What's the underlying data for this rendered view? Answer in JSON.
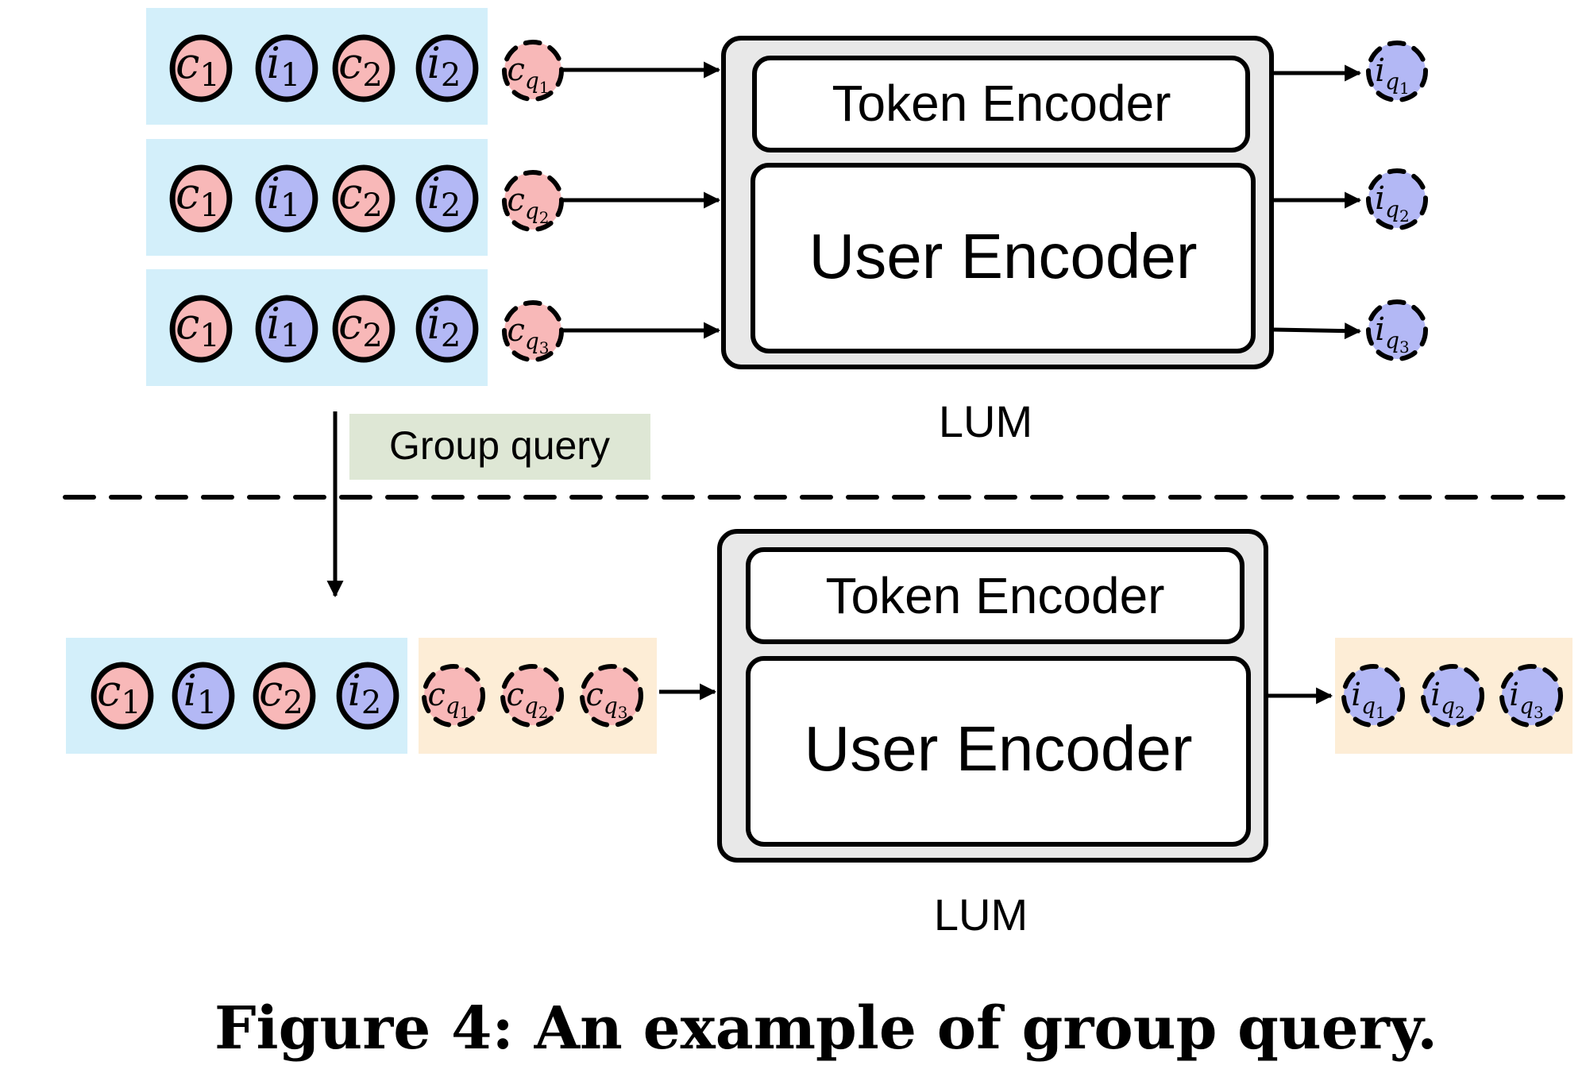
{
  "colors": {
    "context_fill": "#f8b8b8",
    "item_fill": "#b3b8f5",
    "sequence_bg": "#d3effa",
    "query_bg": "#fdedd6",
    "group_query_bg": "#dee7d5",
    "lum_bg": "#e8e8e8",
    "stroke": "#000000"
  },
  "top": {
    "rows": [
      {
        "sequence": [
          {
            "base": "c",
            "sub": "1",
            "kind": "context"
          },
          {
            "base": "i",
            "sub": "1",
            "kind": "item"
          },
          {
            "base": "c",
            "sub": "2",
            "kind": "context"
          },
          {
            "base": "i",
            "sub": "2",
            "kind": "item"
          }
        ],
        "query": {
          "base": "c",
          "sub": "q",
          "subsub": "1",
          "kind": "context"
        },
        "output": {
          "base": "i",
          "sub": "q",
          "subsub": "1",
          "kind": "item"
        }
      },
      {
        "sequence": [
          {
            "base": "c",
            "sub": "1",
            "kind": "context"
          },
          {
            "base": "i",
            "sub": "1",
            "kind": "item"
          },
          {
            "base": "c",
            "sub": "2",
            "kind": "context"
          },
          {
            "base": "i",
            "sub": "2",
            "kind": "item"
          }
        ],
        "query": {
          "base": "c",
          "sub": "q",
          "subsub": "2",
          "kind": "context"
        },
        "output": {
          "base": "i",
          "sub": "q",
          "subsub": "2",
          "kind": "item"
        }
      },
      {
        "sequence": [
          {
            "base": "c",
            "sub": "1",
            "kind": "context"
          },
          {
            "base": "i",
            "sub": "1",
            "kind": "item"
          },
          {
            "base": "c",
            "sub": "2",
            "kind": "context"
          },
          {
            "base": "i",
            "sub": "2",
            "kind": "item"
          }
        ],
        "query": {
          "base": "c",
          "sub": "q",
          "subsub": "3",
          "kind": "context"
        },
        "output": {
          "base": "i",
          "sub": "q",
          "subsub": "3",
          "kind": "item"
        }
      }
    ],
    "lum": {
      "token_encoder": "Token Encoder",
      "user_encoder": "User Encoder",
      "label": "LUM"
    }
  },
  "group_query_label": "Group query",
  "bottom": {
    "sequence": [
      {
        "base": "c",
        "sub": "1",
        "kind": "context"
      },
      {
        "base": "i",
        "sub": "1",
        "kind": "item"
      },
      {
        "base": "c",
        "sub": "2",
        "kind": "context"
      },
      {
        "base": "i",
        "sub": "2",
        "kind": "item"
      }
    ],
    "queries": [
      {
        "base": "c",
        "sub": "q",
        "subsub": "1",
        "kind": "context"
      },
      {
        "base": "c",
        "sub": "q",
        "subsub": "2",
        "kind": "context"
      },
      {
        "base": "c",
        "sub": "q",
        "subsub": "3",
        "kind": "context"
      }
    ],
    "outputs": [
      {
        "base": "i",
        "sub": "q",
        "subsub": "1",
        "kind": "item"
      },
      {
        "base": "i",
        "sub": "q",
        "subsub": "2",
        "kind": "item"
      },
      {
        "base": "i",
        "sub": "q",
        "subsub": "3",
        "kind": "item"
      }
    ],
    "lum": {
      "token_encoder": "Token Encoder",
      "user_encoder": "User Encoder",
      "label": "LUM"
    }
  },
  "caption": "Figure 4: An example of group query."
}
